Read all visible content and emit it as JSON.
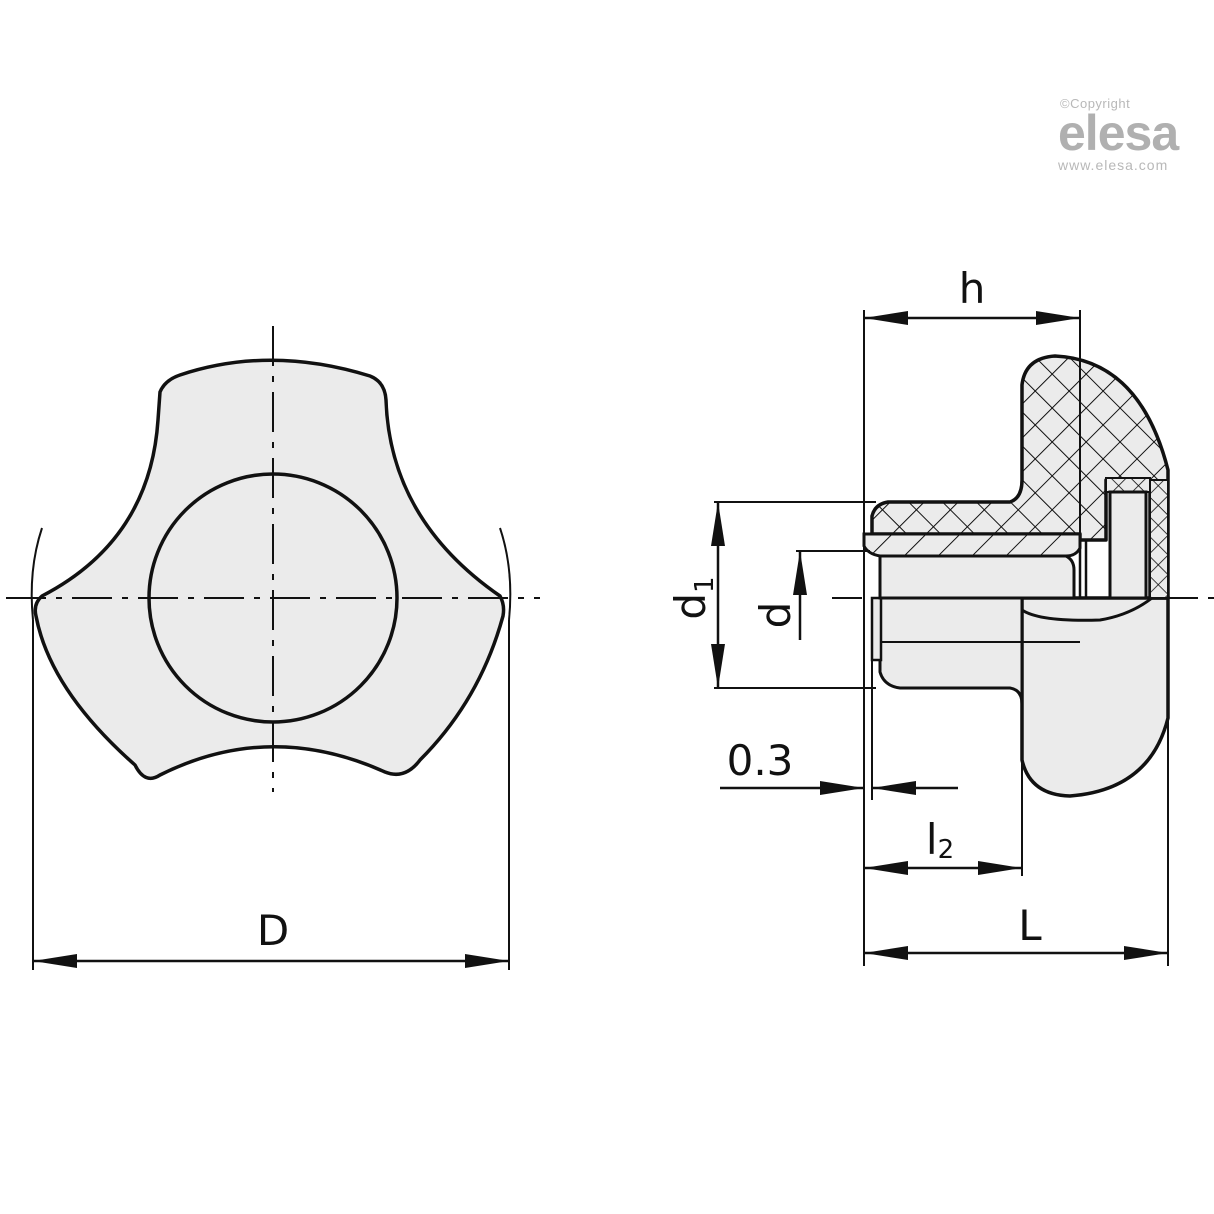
{
  "watermark": {
    "copyright": "©Copyright",
    "brand": "elesa",
    "url": "www.elesa.com"
  },
  "front_view": {
    "dimension_labels": {
      "outer_diameter": "D"
    }
  },
  "section_view": {
    "dimension_labels": {
      "height": "h",
      "bore_outer_diameter": "d",
      "bore_outer_diameter_sub": "1",
      "thread_diameter": "d",
      "gap": "0.3",
      "insert_length": "l",
      "insert_length_sub": "2",
      "overall_length": "L"
    }
  },
  "colors": {
    "line": "#111111",
    "fill": "#ebebeb",
    "watermark": "#b8b8b8"
  }
}
